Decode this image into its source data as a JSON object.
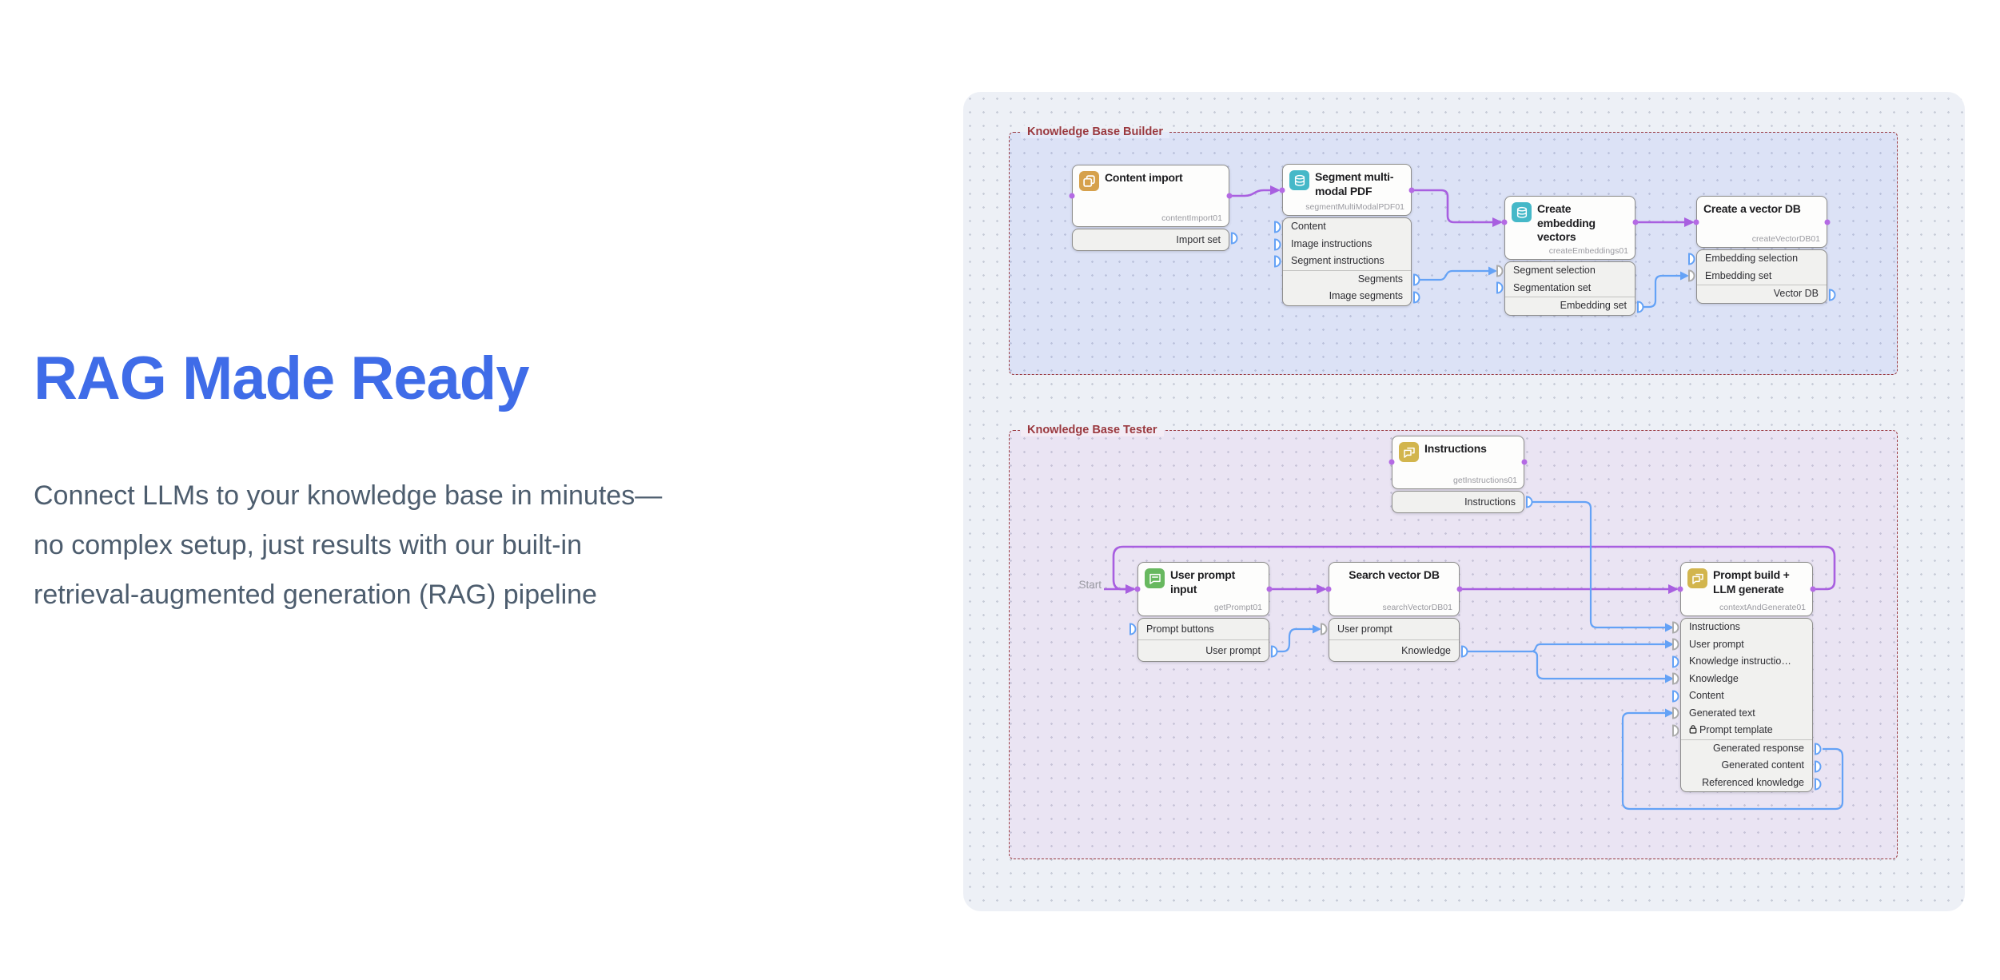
{
  "colors": {
    "accent-blue": "#3F6CE8",
    "body-text": "#4D5D6E",
    "panel-bg": "#EDF0F6",
    "section-border": "#9A393F",
    "edge-purple": "#A85FE0",
    "purple-dot": "#B46AE4",
    "edge-blue": "#64A2F6",
    "icon-tan": "#D6A14C",
    "icon-teal": "#45B8C8",
    "icon-gold": "#D2B54D",
    "icon-green": "#67B85F"
  },
  "hero": {
    "title": "RAG Made Ready",
    "description_lines": [
      "Connect LLMs to your knowledge base in minutes—",
      "no complex setup, just results with our built-in",
      "retrieval-augmented generation (RAG) pipeline"
    ]
  },
  "diagram": {
    "start_label": "Start",
    "sections": {
      "builder": {
        "label": "Knowledge Base Builder"
      },
      "tester": {
        "label": "Knowledge Base Tester"
      }
    },
    "nodes": {
      "contentImport": {
        "title": "Content import",
        "id": "contentImport01",
        "icon": "copy-icon",
        "outputs": [
          "Import set"
        ]
      },
      "segmentPDF": {
        "title": "Segment multi-modal PDF",
        "id": "segmentMultiModalPDF01",
        "icon": "database-icon",
        "inputs": [
          "Content",
          "Image instructions",
          "Segment instructions"
        ],
        "outputs": [
          "Segments",
          "Image segments"
        ]
      },
      "createEmbeddings": {
        "title": "Create embedding vectors",
        "id": "createEmbeddings01",
        "icon": "database-icon",
        "inputs": [
          "Segment selection",
          "Segmentation set"
        ],
        "outputs": [
          "Embedding set"
        ]
      },
      "createVectorDB": {
        "title": "Create a vector DB",
        "id": "createVectorDB01",
        "inputs": [
          "Embedding selection",
          "Embedding set"
        ],
        "outputs": [
          "Vector DB"
        ]
      },
      "getInstructions": {
        "title": "Instructions",
        "id": "getInstructions01",
        "icon": "chat-icon",
        "outputs": [
          "Instructions"
        ]
      },
      "getPrompt": {
        "title": "User prompt input",
        "id": "getPrompt01",
        "icon": "chat-icon",
        "inputs": [
          "Prompt buttons"
        ],
        "outputs": [
          "User prompt"
        ]
      },
      "searchVectorDB": {
        "title": "Search vector DB",
        "id": "searchVectorDB01",
        "inputs": [
          "User prompt"
        ],
        "outputs": [
          "Knowledge"
        ]
      },
      "contextAndGenerate": {
        "title": "Prompt build + LLM generate",
        "id": "contextAndGenerate01",
        "icon": "chat-icon",
        "inputs": [
          "Instructions",
          "User prompt",
          "Knowledge instructio…",
          "Knowledge",
          "Content",
          "Generated text",
          "Prompt template"
        ],
        "outputs": [
          "Generated response",
          "Generated content",
          "Referenced knowledge"
        ]
      }
    }
  }
}
